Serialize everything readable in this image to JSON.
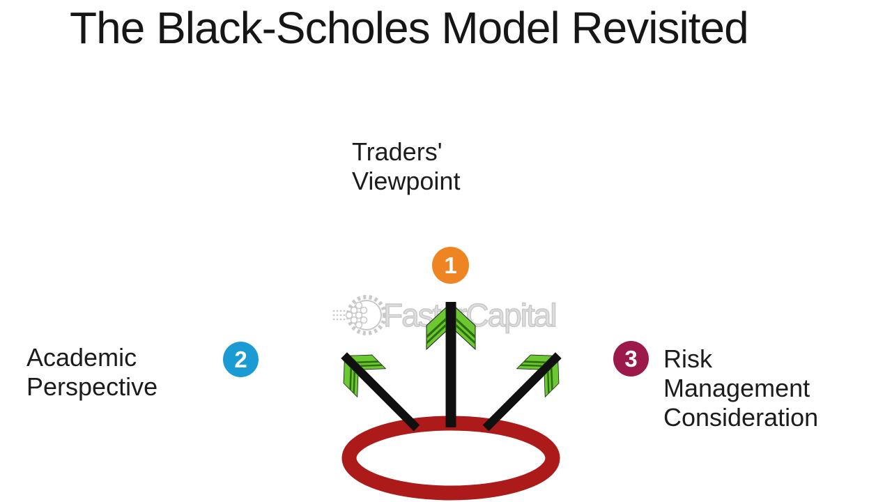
{
  "slide": {
    "title": "The Black-Scholes Model Revisited"
  },
  "watermark": {
    "brand": "FasterCapital",
    "icon": "gear-icon",
    "color": "#C7C7C7"
  },
  "diagram": {
    "type": "numbered-points-around-target",
    "center_graphic": "three-arrows-hitting-target-ring",
    "colors": {
      "target_ring": "#AC1A1A",
      "arrow_shaft": "#101010",
      "arrow_fletching": "#6CC830",
      "fletching_stripe": "#2E6E12"
    },
    "items": [
      {
        "number": "1",
        "label": "Traders' Viewpoint",
        "badge_color": "#EE8522",
        "position": "top"
      },
      {
        "number": "2",
        "label": "Academic Perspective",
        "badge_color": "#1B9BD3",
        "position": "left"
      },
      {
        "number": "3",
        "label": "Risk Management Consideration",
        "badge_color": "#9B1A4B",
        "position": "right"
      }
    ]
  }
}
